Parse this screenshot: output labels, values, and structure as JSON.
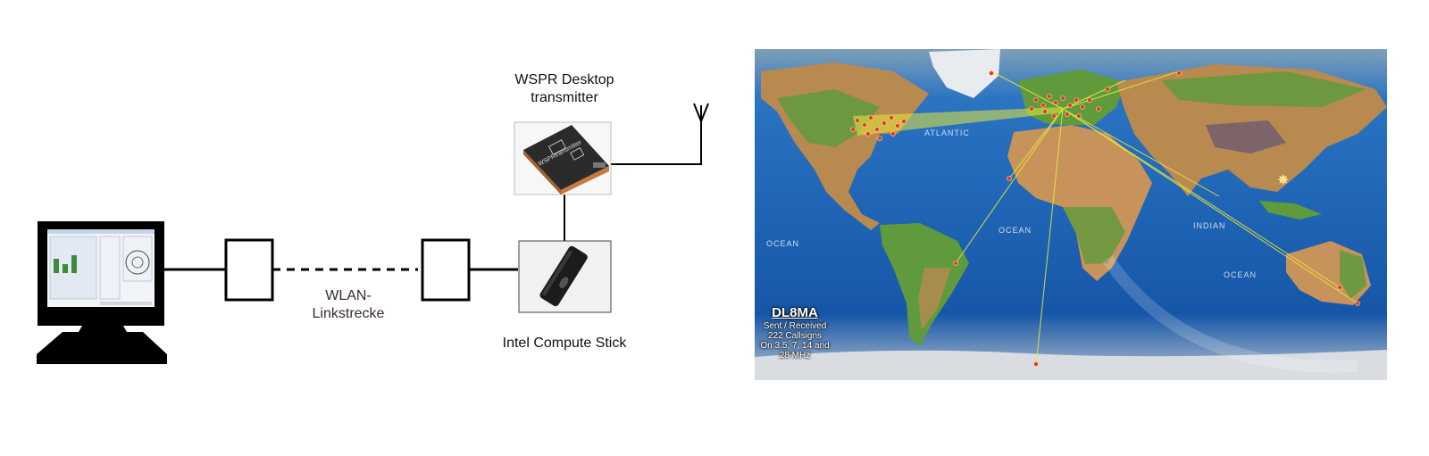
{
  "diagram": {
    "transmitter_label_line1": "WSPR Desktop",
    "transmitter_label_line2": "transmitter",
    "wlan_label_line1": "WLAN-",
    "wlan_label_line2": "Linkstrecke",
    "stick_label": "Intel Compute Stick",
    "transmitter_brand_text": "WSPRtransmitter"
  },
  "map": {
    "callsign": "DL8MA",
    "caption_line1": "Sent / Received",
    "caption_line2": "222 Callsigns",
    "caption_line3": "On 3.5, 7, 14 and",
    "caption_line4": "28 MHz",
    "ocean_labels": {
      "atlantic": "ATLANTIC",
      "ocean_left": "OCEAN",
      "ocean_mid": "OCEAN",
      "indian": "INDIAN",
      "ocean_right": "OCEAN"
    },
    "colors": {
      "ocean": "#1f63b5",
      "land": "#b88a4f",
      "vegetation": "#5f9a3c",
      "path": "#e8e83a",
      "station": "#e53b22"
    }
  }
}
